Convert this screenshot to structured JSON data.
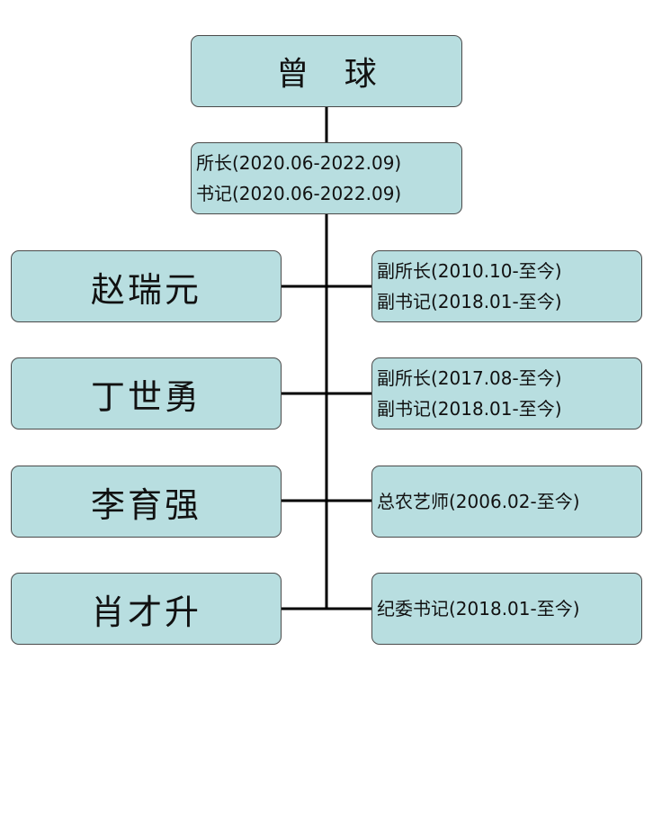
{
  "leader": {
    "name": "曾 球",
    "roles": [
      "所长(2020.06-2022.09)",
      "书记(2020.06-2022.09)"
    ]
  },
  "members": [
    {
      "name": "赵瑞元",
      "roles": [
        "副所长(2010.10-至今)",
        "副书记(2018.01-至今)"
      ]
    },
    {
      "name": "丁世勇",
      "roles": [
        "副所长(2017.08-至今)",
        "副书记(2018.01-至今)"
      ]
    },
    {
      "name": "李育强",
      "roles": [
        "总农艺师(2006.02-至今)"
      ]
    },
    {
      "name": "肖才升",
      "roles": [
        "纪委书记(2018.01-至今)"
      ]
    }
  ],
  "colors": {
    "box_fill": "#b8dee0",
    "box_border": "#4a4a4a",
    "connector": "#000000"
  }
}
